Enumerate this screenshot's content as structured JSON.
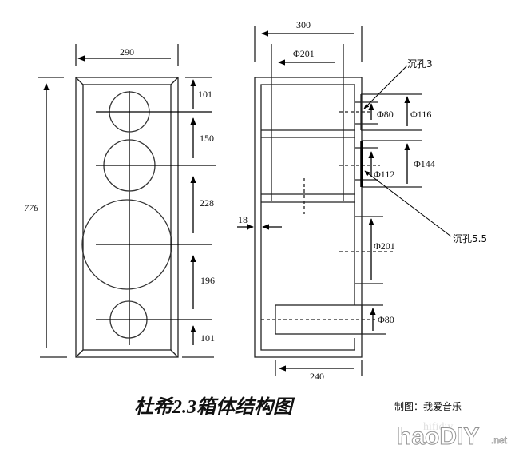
{
  "title": "杜希2.3箱体结构图",
  "credit": "制图：我爱音乐",
  "watermark": {
    "main": "haoDIY",
    "small": "hifidiy",
    "suffix": ".net"
  },
  "front_view": {
    "width_label": "290",
    "height_label": "776",
    "spacing_labels": [
      "101",
      "150",
      "228",
      "196",
      "101"
    ]
  },
  "side_view": {
    "depth_label": "300",
    "inner_label": "Φ201",
    "panel_thickness_label": "18",
    "bottom_label": "240",
    "right_labels": {
      "d80_top": "Φ80",
      "d116": "Φ116",
      "d144": "Φ144",
      "d112": "Φ112",
      "d201": "Φ201",
      "d80_port": "Φ80"
    },
    "callouts": {
      "countersink_3": "沉孔3",
      "countersink_55": "沉孔5.5"
    }
  }
}
